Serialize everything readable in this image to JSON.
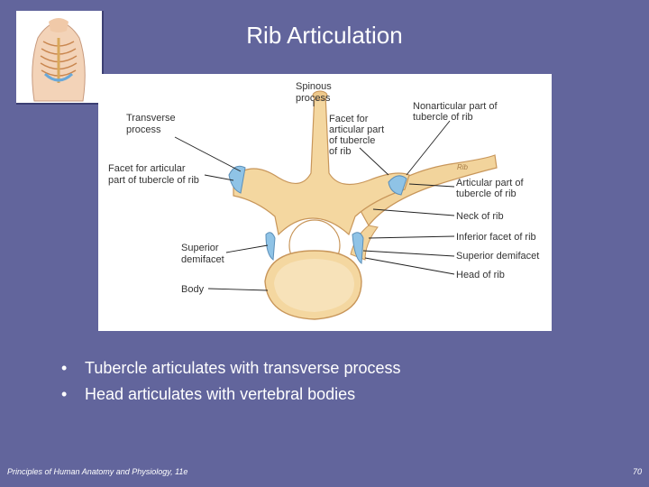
{
  "slide": {
    "title": "Rib Articulation",
    "bullets": [
      "Tubercle articulates with transverse process",
      "Head articulates with vertebral bodies"
    ],
    "bullet_symbol": "•",
    "footer_text": "Principles of Human Anatomy and Physiology, 11e",
    "page_number": "70"
  },
  "figure": {
    "labels": {
      "spinous_process": [
        "Spinous",
        "process"
      ],
      "transverse_process": [
        "Transverse",
        "process"
      ],
      "facet_articular_part": [
        "Facet for",
        "articular part",
        "of tubercle",
        "of rib"
      ],
      "nonarticular_part": [
        "Nonarticular part of",
        "tubercle of rib"
      ],
      "facet_for_articular_left": [
        "Facet for articular",
        "part of tubercle of rib"
      ],
      "articular_part": [
        "Articular part of",
        "tubercle of rib"
      ],
      "neck_of_rib": [
        "Neck of rib"
      ],
      "inferior_facet": [
        "Inferior facet of rib"
      ],
      "superior_demifacet_left": [
        "Superior",
        "demifacet"
      ],
      "superior_demifacet_right": [
        "Superior demifacet"
      ],
      "head_of_rib": [
        "Head of rib"
      ],
      "body": [
        "Body"
      ],
      "rib_tag": [
        "Rib"
      ]
    },
    "colors": {
      "bone": "#f4d7a0",
      "bone_dark": "#d9a85a",
      "cartilage": "#8fc3e6",
      "background": "#62659c"
    }
  }
}
